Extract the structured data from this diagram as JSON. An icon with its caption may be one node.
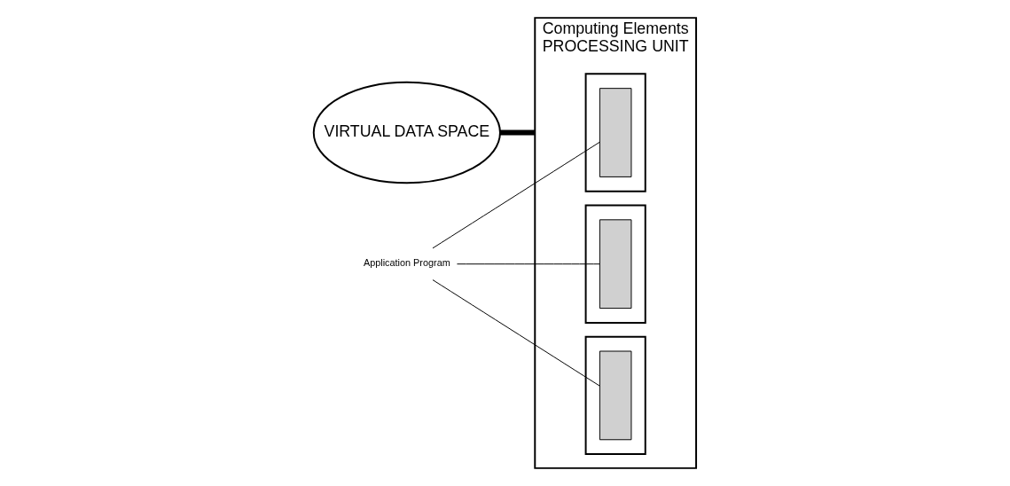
{
  "diagram": {
    "nodes": [
      {
        "text": [
          "VIRTUAL DATA SPACE"
        ]
      },
      {
        "text": [
          "Computing Elements",
          "PROCESSING UNIT"
        ]
      },
      {
        "text": [],
        "shape": "box",
        "in": 1
      },
      {
        "text": [],
        "shape": "box",
        "in": 1
      },
      {
        "text": [],
        "shape": "box",
        "in": 1
      },
      {
        "text": [],
        "shape": "box",
        "in": 2
      },
      {
        "text": [],
        "shape": "box",
        "in": 3
      },
      {
        "text": [],
        "shape": "box",
        "in": 4
      },
      {
        "text": [
          "Application Program"
        ]
      }
    ],
    "edges": [
      {
        "from": 0,
        "to": 1,
        "arrow": "none",
        "style": "thick"
      },
      {
        "from": 8,
        "to": 5,
        "arrow": "none"
      },
      {
        "from": 8,
        "to": 6,
        "arrow": "none"
      },
      {
        "from": 8,
        "to": 7,
        "arrow": "none"
      }
    ]
  }
}
